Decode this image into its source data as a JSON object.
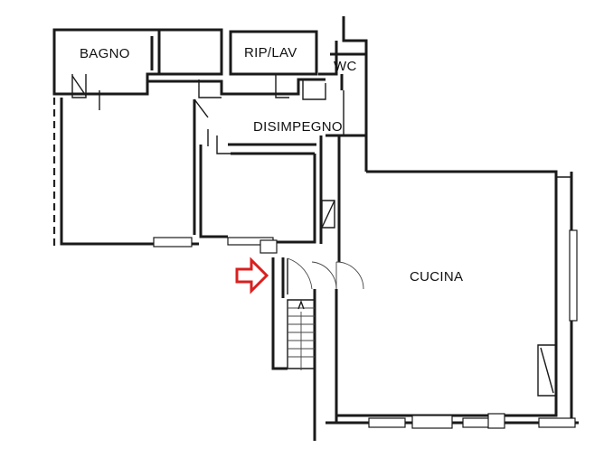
{
  "rooms": {
    "bagno": "BAGNO",
    "rip_lav": "RIP/LAV",
    "wc": "WC",
    "disimpegno": "DISIMPEGNO",
    "cucina": "CUCINA"
  },
  "colors": {
    "walls": "#1a1a1a",
    "background": "#ffffff",
    "entrance_arrow": "#d92020"
  },
  "icons": {
    "entrance": "entrance-arrow-icon"
  }
}
